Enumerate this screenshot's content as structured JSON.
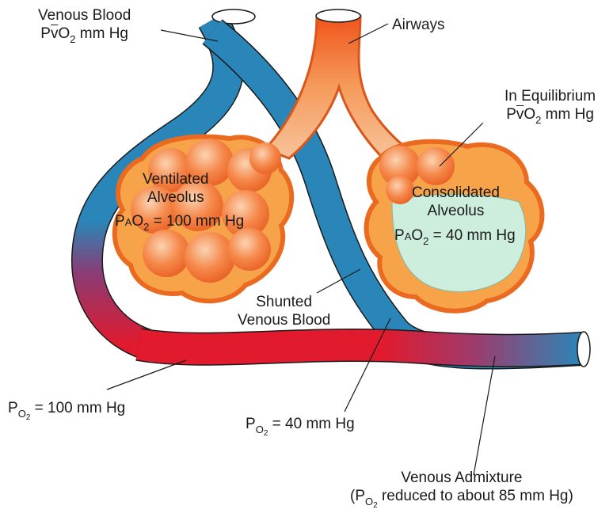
{
  "labels": {
    "venous_blood": {
      "line1": "Venous Blood",
      "p": "P",
      "v": "v",
      "o": "O",
      "sub2": "2",
      "unit": " mm Hg"
    },
    "airways": "Airways",
    "in_equilibrium": {
      "line1": "In Equilibrium",
      "p": "P",
      "v": "v",
      "o": "O",
      "sub2": "2",
      "unit": " mm Hg"
    },
    "ventilated_alveolus": {
      "line1": "Ventilated",
      "line2": "Alveolus",
      "p": "P",
      "a": "A",
      "o": "O",
      "sub2": "2",
      "value": " = 100 mm Hg"
    },
    "consolidated_alveolus": {
      "line1": "Consolidated",
      "line2": "Alveolus",
      "p": "P",
      "a": "A",
      "o": "O",
      "sub2": "2",
      "value": " = 40 mm Hg"
    },
    "shunted_venous_blood": {
      "line1": "Shunted",
      "line2": "Venous Blood"
    },
    "po2_100": {
      "p": "P",
      "o": "O",
      "sub2": "2",
      "value": " = 100 mm Hg"
    },
    "po2_40": {
      "p": "P",
      "o": "O",
      "sub2": "2",
      "value": " = 40 mm Hg"
    },
    "venous_admixture": {
      "line1": "Venous Admixture",
      "open": "(P",
      "o": "O",
      "sub2": "2",
      "rest": " reduced to about 85 mm Hg)"
    }
  },
  "colors": {
    "venous_blue": "#2a86b8",
    "arterial_red": "#e11a2e",
    "airway_orange": "#f06a1e",
    "alveolus_orange": "#f58a3a",
    "consolidated_green": "#cdeedd",
    "outline": "#1a1a1a"
  }
}
